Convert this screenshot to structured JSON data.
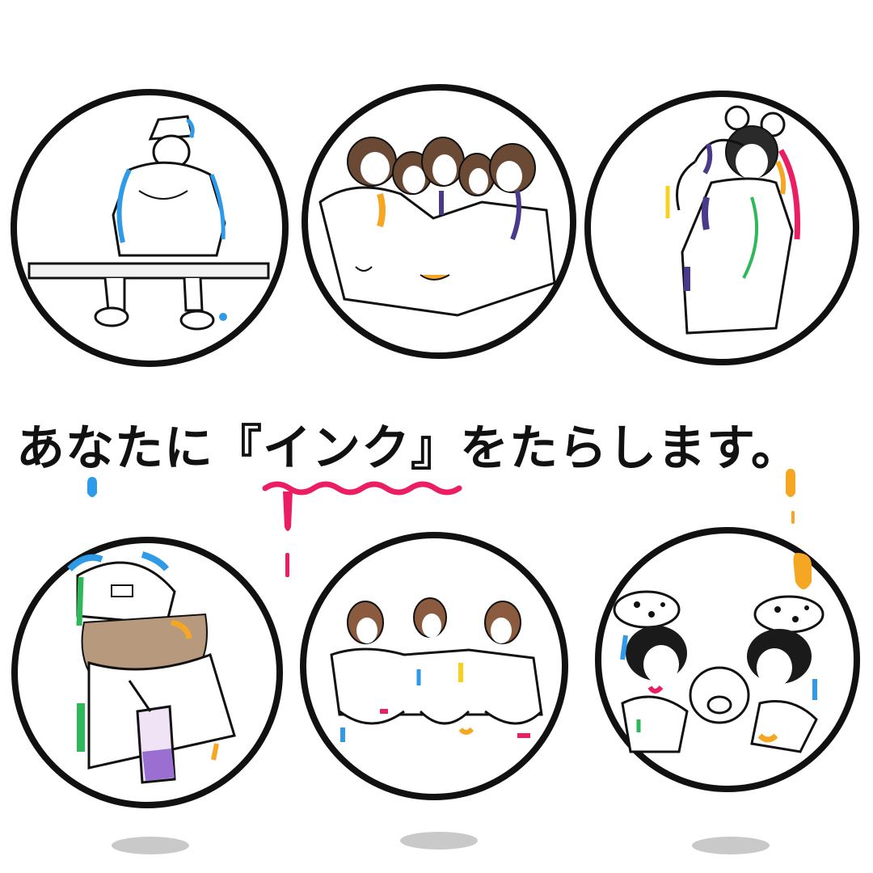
{
  "headline": {
    "text": "あなたに『インク』をたらします。",
    "emphasis": "インク"
  },
  "illustrations": [
    {
      "id": "panel-1",
      "subject": "person-in-bucket-hat-sitting-on-bench"
    },
    {
      "id": "panel-2",
      "subject": "group-of-five-huddled-together"
    },
    {
      "id": "panel-3",
      "subject": "person-wearing-mouse-ears"
    },
    {
      "id": "panel-4",
      "subject": "person-in-cap-holding-drink"
    },
    {
      "id": "panel-5",
      "subject": "three-people-sitting-with-drinks"
    },
    {
      "id": "panel-6",
      "subject": "two-people-with-bear-ears-and-plush"
    }
  ],
  "colors": {
    "outline": "#111111",
    "ink_blue": "#2f9be8",
    "ink_pink": "#ec1e63",
    "ink_orange": "#f5a623",
    "ink_yellow": "#f7d020",
    "ink_green": "#2fb85a",
    "ink_purple": "#4b3a8c",
    "shadow": "#c9c9c9"
  }
}
